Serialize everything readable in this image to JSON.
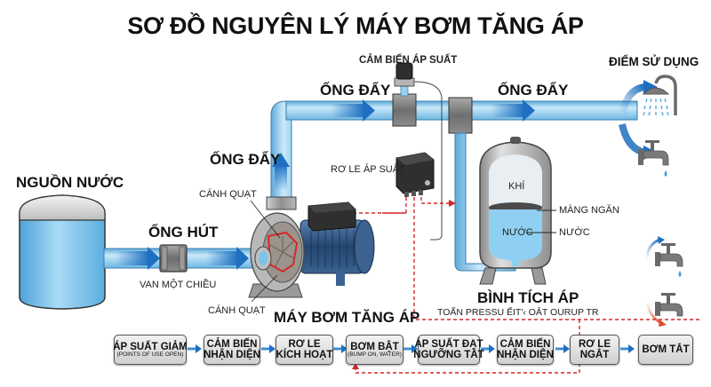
{
  "title": "SƠ ĐỒ NGUYÊN LÝ MÁY BƠM TĂNG ÁP",
  "labels": {
    "water_source": "NGUỒN NƯỚC",
    "suction_pipe": "ỐNG HÚT",
    "check_valve": "VAN MỘT CHIỀU",
    "impeller_top": "CÁNH QUẠT",
    "impeller_bottom": "CÁNH QUẠT",
    "discharge_pipe_vertical": "ỐNG ĐẨY",
    "discharge_pipe_left": "ỐNG ĐẨY",
    "discharge_pipe_right": "ỐNG ĐẨY",
    "pressure_sensor": "CẢM BIẾN ÁP SUẤT",
    "pressure_relay": "RƠ LE ÁP SUẤT",
    "booster_pump": "MÁY BƠM TĂNG ÁP",
    "pressure_tank": "BÌNH TÍCH ÁP",
    "pressure_tank_sub": "TOẤN PRESSU ẾIT'‹ OẢT OURUP TR",
    "tank_air": "KHÍ",
    "tank_membrane": "MÀNG NGĂN",
    "tank_water_inside": "NƯỚC",
    "tank_water_callout": "NƯỚC",
    "point_of_use": "ĐIỂM SỬ DỤNG"
  },
  "icons": {
    "shower": "shower-icon",
    "faucet": "faucet-icon",
    "faucet_open": "faucet-open-icon",
    "faucet_closed": "faucet-closed-icon",
    "water_drop": "water-drop-icon"
  },
  "colors": {
    "water": "#7cc4ec",
    "flow_arrow": "#1f6fc0",
    "control_line": "#d62828",
    "pump_body": "#2a4f7e",
    "metal": "#8a8a8a"
  },
  "flow_steps": [
    {
      "main": "ÁP SUẤT GIẢM",
      "sub": "(POINTS OF USE OPEN)"
    },
    {
      "main": "CẢM BIẾN",
      "main2": "NHẬN DIỆN"
    },
    {
      "main": "RƠ LE",
      "main2": "KÍCH HOẠT"
    },
    {
      "main": "BƠM BẬT",
      "sub": "(BUMP ON, WATER)"
    },
    {
      "main": "ÁP SUẤT ĐẠT",
      "main2": "NGƯỠNG TẮT"
    },
    {
      "main": "CẢM BIẾN",
      "main2": "NHẬN DIỆN"
    },
    {
      "main": "RƠ LE",
      "main2": "NGẮT"
    },
    {
      "main": "BƠM TẮT"
    }
  ]
}
